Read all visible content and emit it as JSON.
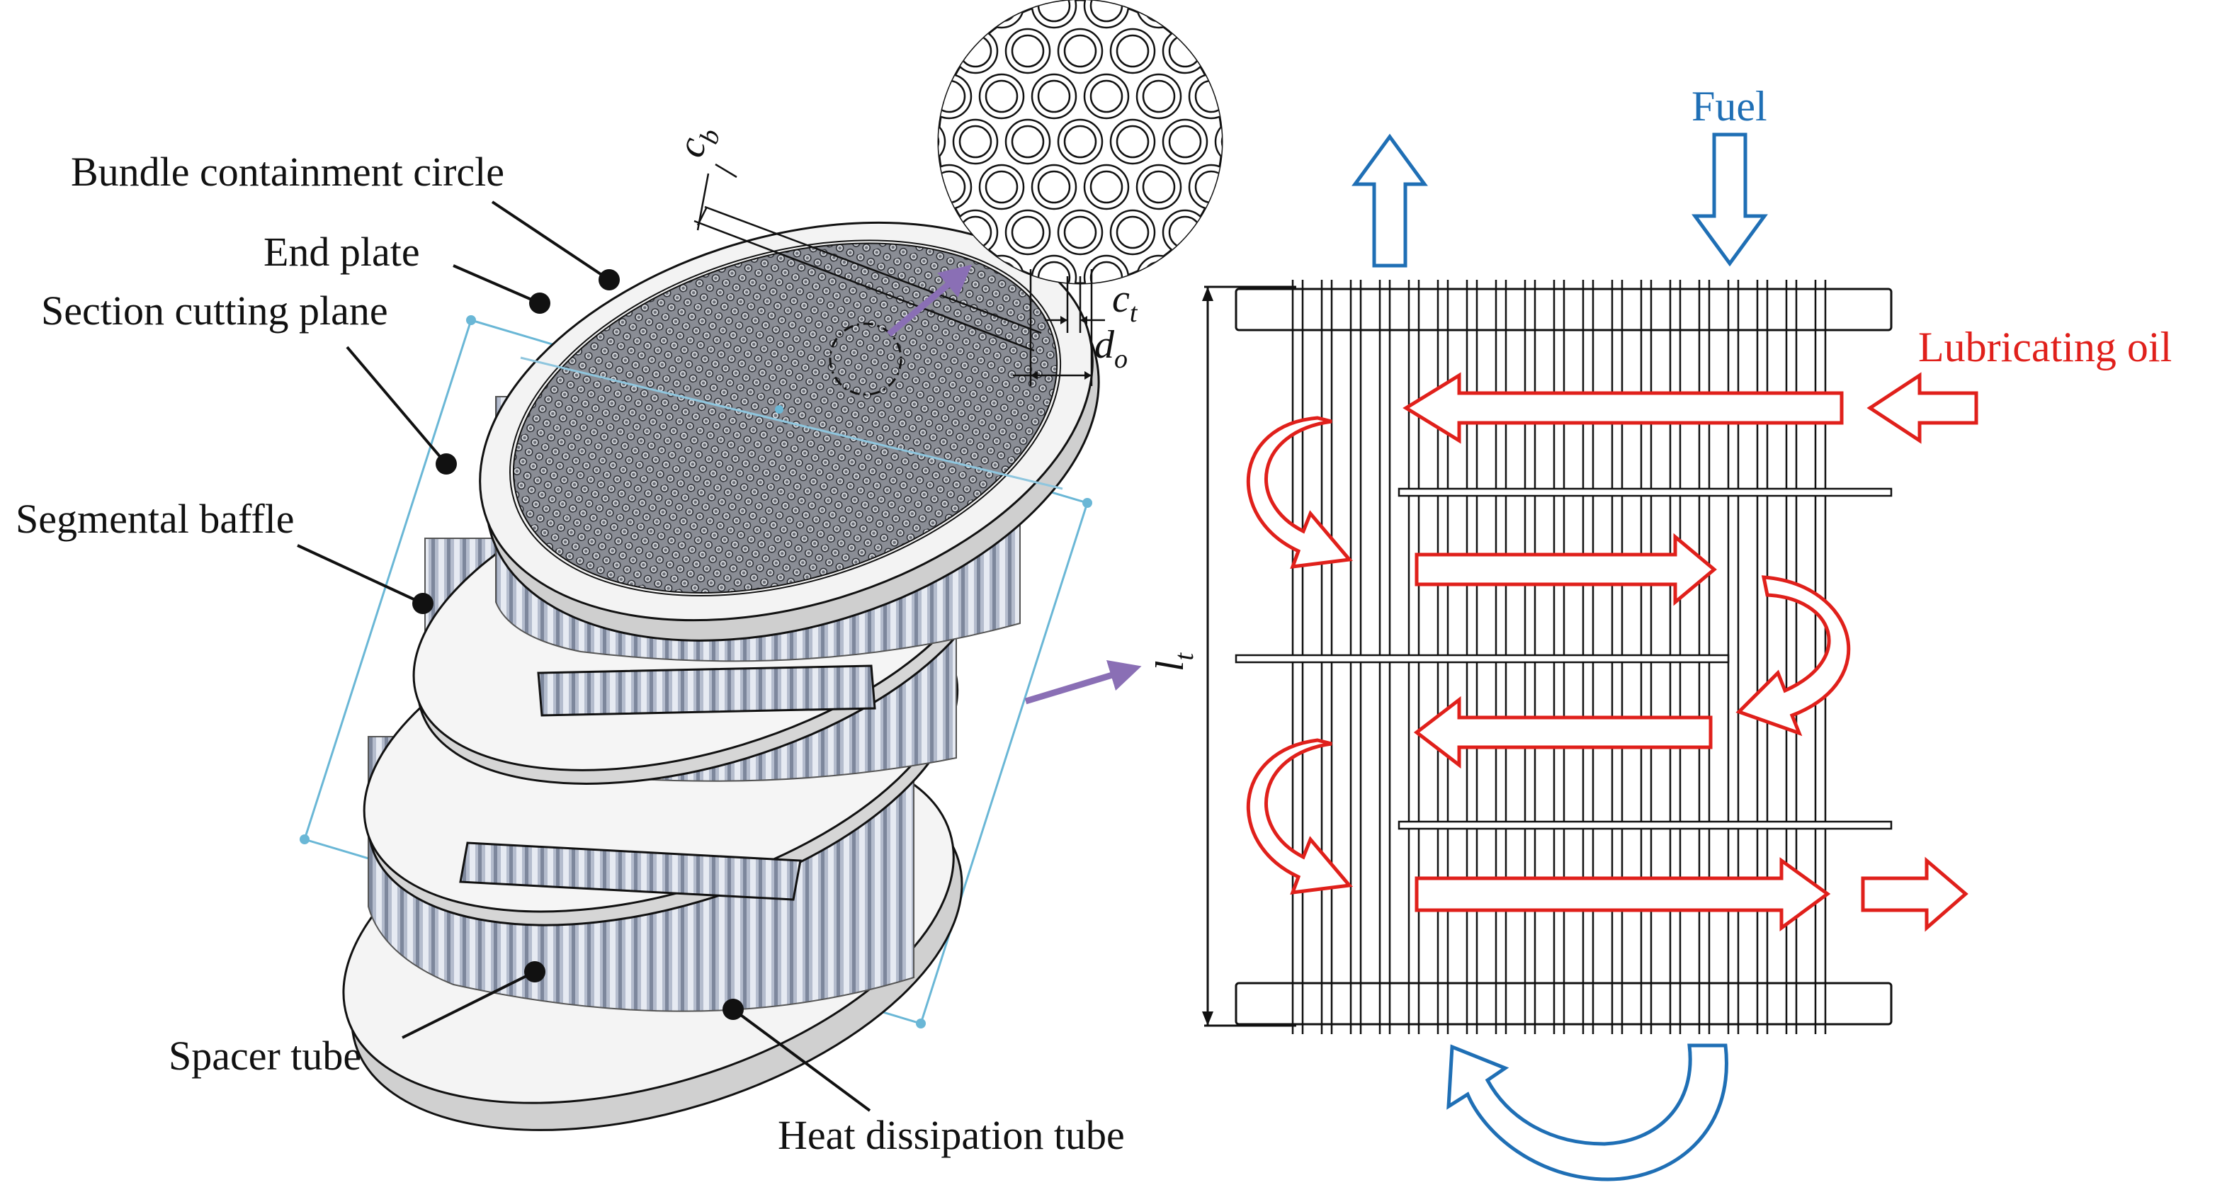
{
  "labels": {
    "bundle_containment_circle": "Bundle containment circle",
    "end_plate": "End plate",
    "section_cutting_plane": "Section cutting plane",
    "segmental_baffle": "Segmental baffle",
    "spacer_tube": "Spacer tube",
    "heat_dissipation_tube": "Heat dissipation tube",
    "fuel": "Fuel",
    "lubricating_oil": "Lubricating oil"
  },
  "symbols": {
    "c_b": {
      "base": "c",
      "sub": "b"
    },
    "c_t": {
      "base": "c",
      "sub": "t"
    },
    "d_o": {
      "base": "d",
      "sub": "o"
    },
    "l_t": {
      "base": "l",
      "sub": "t"
    }
  },
  "colors": {
    "fuel": "#1f6fb5",
    "oil": "#e0201b",
    "pointer": "#8a6fb5",
    "line": "#111111",
    "section": "#6ab7d6",
    "tube_fill": "#b4bccd",
    "plate_fill": "#f2f2f2"
  }
}
